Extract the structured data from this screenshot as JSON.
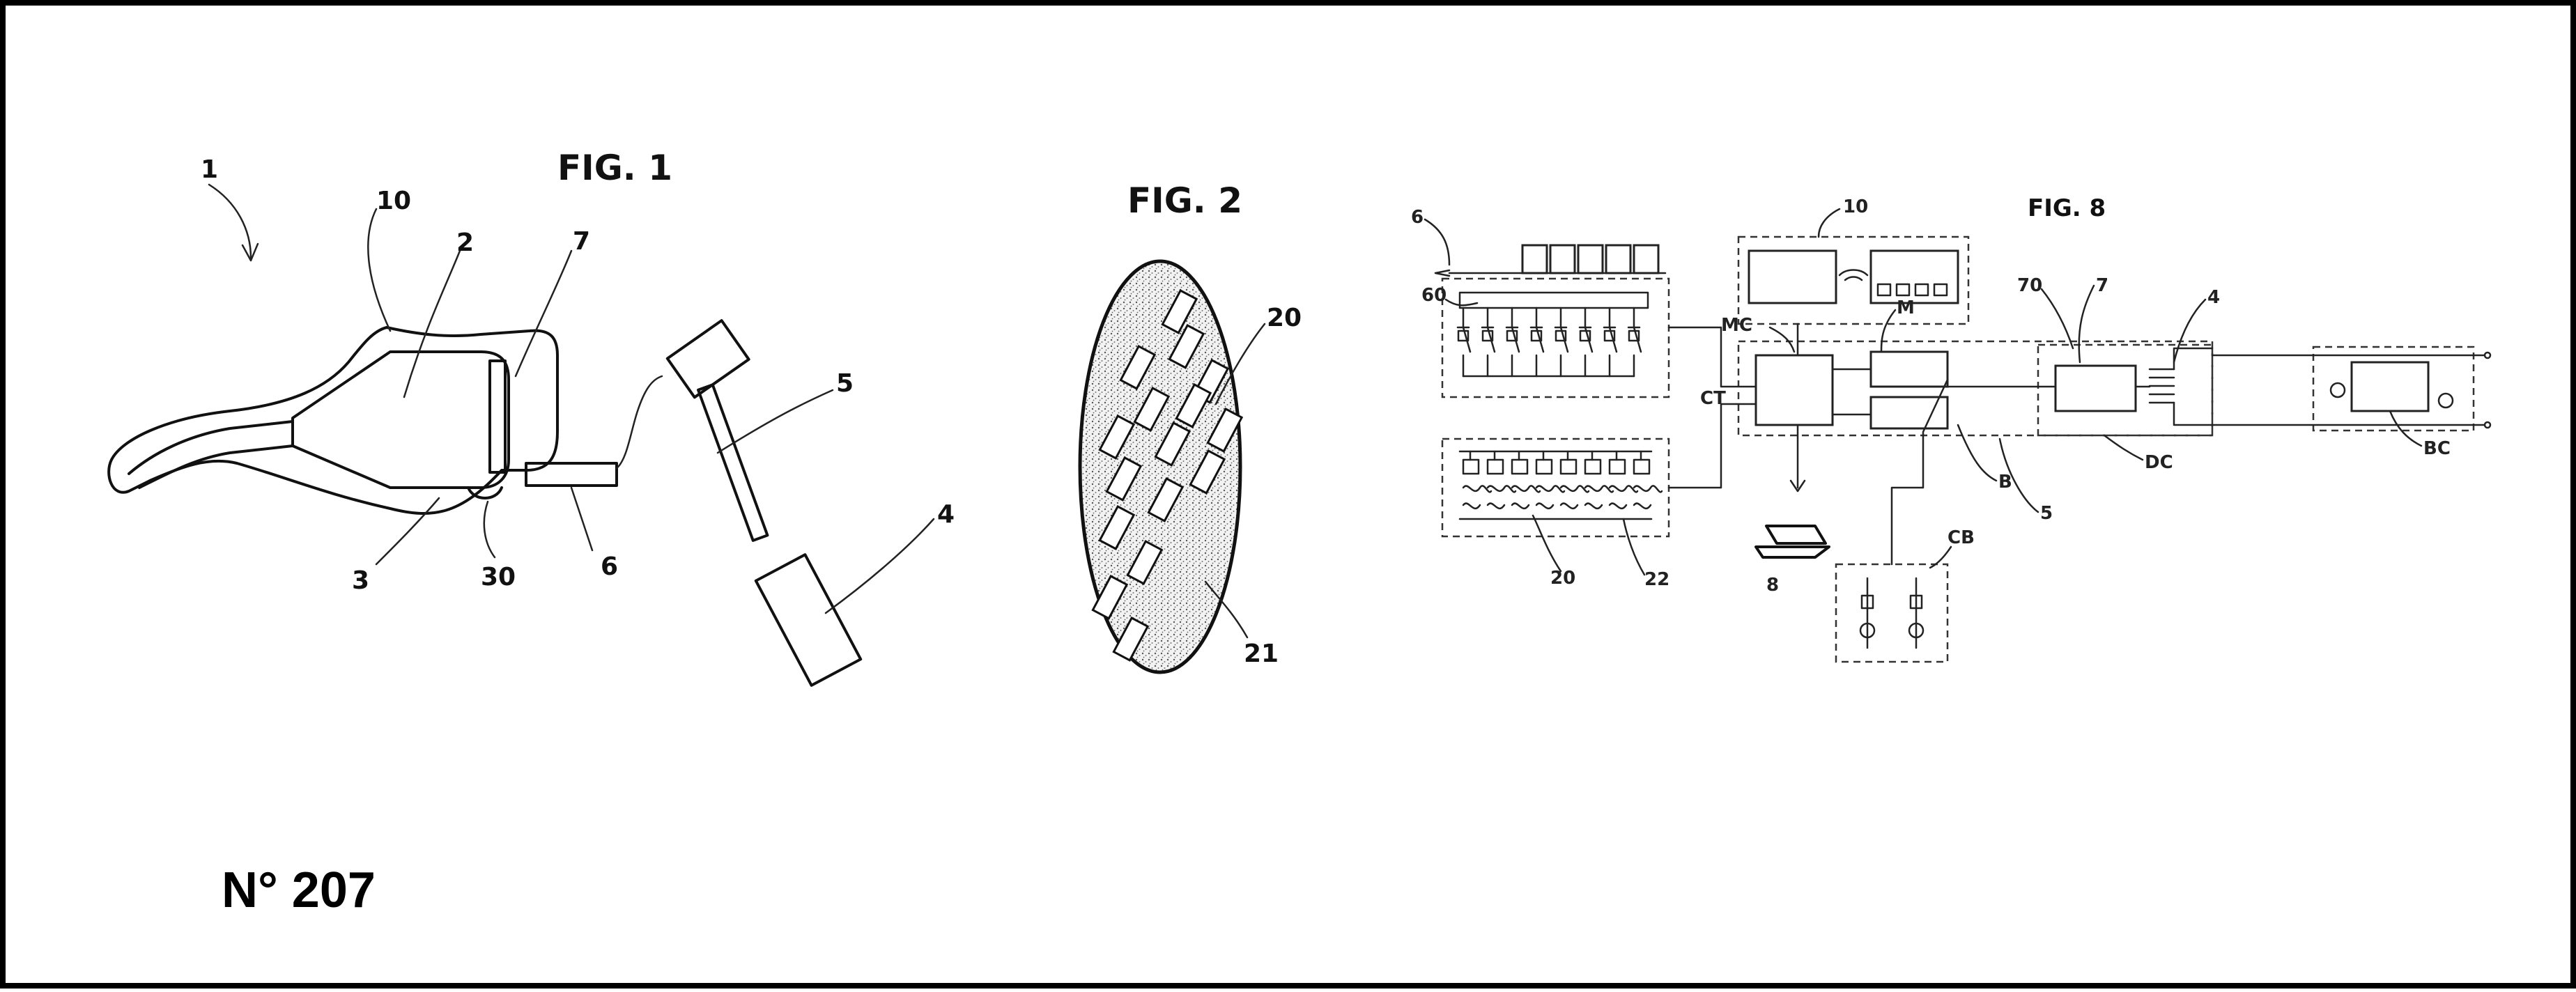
{
  "doc_number": "N° 207",
  "fig1": {
    "title": "FIG. 1",
    "labels": [
      "1",
      "10",
      "2",
      "7",
      "5",
      "4",
      "3",
      "30",
      "6"
    ]
  },
  "fig2": {
    "title": "FIG. 2",
    "labels": [
      "20",
      "21"
    ]
  },
  "fig8": {
    "title": "FIG. 8",
    "labels": [
      "6",
      "60",
      "10",
      "MC",
      "M",
      "CT",
      "70",
      "7",
      "4",
      "B",
      "DC",
      "BC",
      "5",
      "CB",
      "8",
      "20",
      "22"
    ]
  }
}
